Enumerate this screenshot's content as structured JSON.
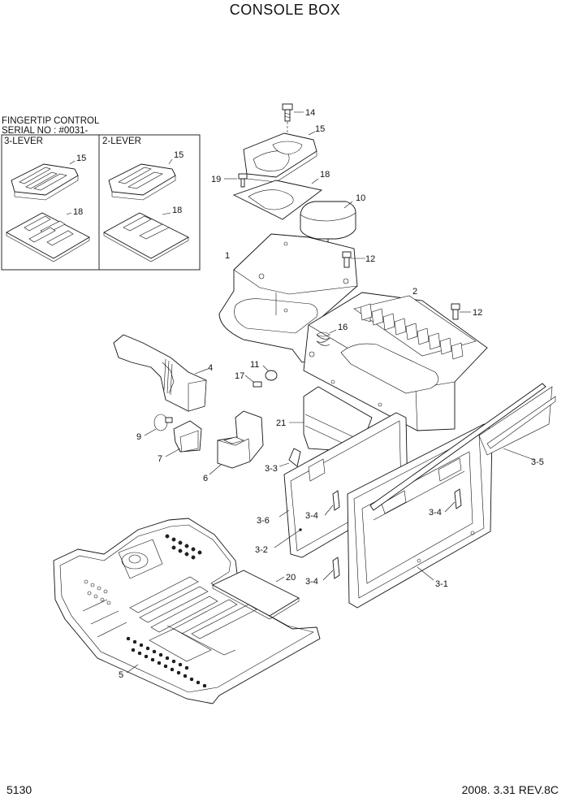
{
  "title": "CONSOLE BOX",
  "inset": {
    "heading": "FINGERTIP CONTROL",
    "serial": "SERIAL NO : #0031-",
    "left_label": "3-LEVER",
    "right_label": "2-LEVER"
  },
  "callouts": {
    "p14": "14",
    "p15": "15",
    "p18": "18",
    "p19": "19",
    "p10": "10",
    "p1": "1",
    "p12a": "12",
    "p12b": "12",
    "p2": "2",
    "p16": "16",
    "p4": "4",
    "p11": "11",
    "p17": "17",
    "p21": "21",
    "p9": "9",
    "p7": "7",
    "p6": "6",
    "p3_3": "3-3",
    "p3_5": "3-5",
    "p3_6": "3-6",
    "p3_4a": "3-4",
    "p3_4b": "3-4",
    "p3_4c": "3-4",
    "p3_2": "3-2",
    "p3_1": "3-1",
    "p20": "20",
    "p5": "5",
    "i15a": "15",
    "i18a": "18",
    "i15b": "15",
    "i18b": "18"
  },
  "footer": {
    "page": "5130",
    "revision": "2008. 3.31  REV.8C"
  }
}
